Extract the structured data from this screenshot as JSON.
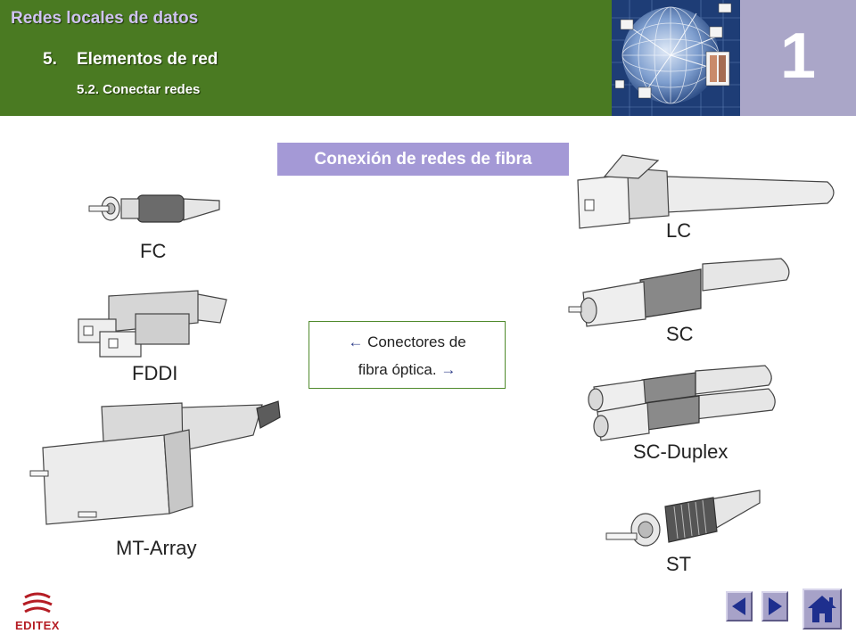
{
  "header": {
    "title": "Redes locales de datos",
    "section_number": "5.",
    "section_title": "Elementos de red",
    "subsection": "5.2. Conectar redes",
    "unit_number": "1"
  },
  "slide": {
    "title": "Conexión de redes de fibra"
  },
  "caption": {
    "arrow_left": "←",
    "line1": "Conectores de",
    "line2": "fibra óptica.",
    "arrow_right": "→"
  },
  "connectors": {
    "fc": "FC",
    "fddi": "FDDI",
    "mt_array": "MT-Array",
    "lc": "LC",
    "sc": "SC",
    "sc_duplex": "SC-Duplex",
    "st": "ST"
  },
  "footer": {
    "logo_text": "EDITEX"
  },
  "colors": {
    "header_green": "#4a7a22",
    "title_purple": "#a499d6",
    "unit_purple": "#aaa6c8",
    "nav_arrow_blue": "#1e2f8e",
    "logo_red": "#b51d24"
  },
  "icons": {
    "prev": "triangle-left-icon",
    "next": "triangle-right-icon",
    "home": "home-icon",
    "logo": "editex-logo-icon"
  }
}
